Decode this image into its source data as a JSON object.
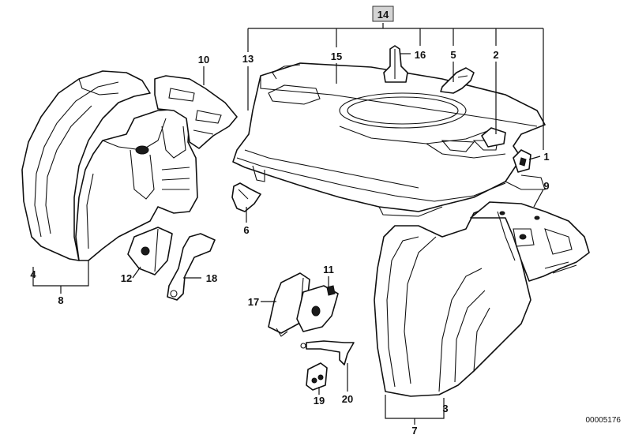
{
  "diagram": {
    "reference_number": "00005176",
    "callouts": {
      "c1": "1",
      "c2": "2",
      "c3": "3",
      "c4": "4",
      "c5": "5",
      "c6": "6",
      "c7": "7",
      "c8": "8",
      "c9": "9",
      "c10": "10",
      "c11": "11",
      "c12": "12",
      "c13": "13",
      "c14": "14",
      "c15": "15",
      "c16": "16",
      "c17": "17",
      "c18": "18",
      "c19": "19",
      "c20": "20"
    }
  }
}
